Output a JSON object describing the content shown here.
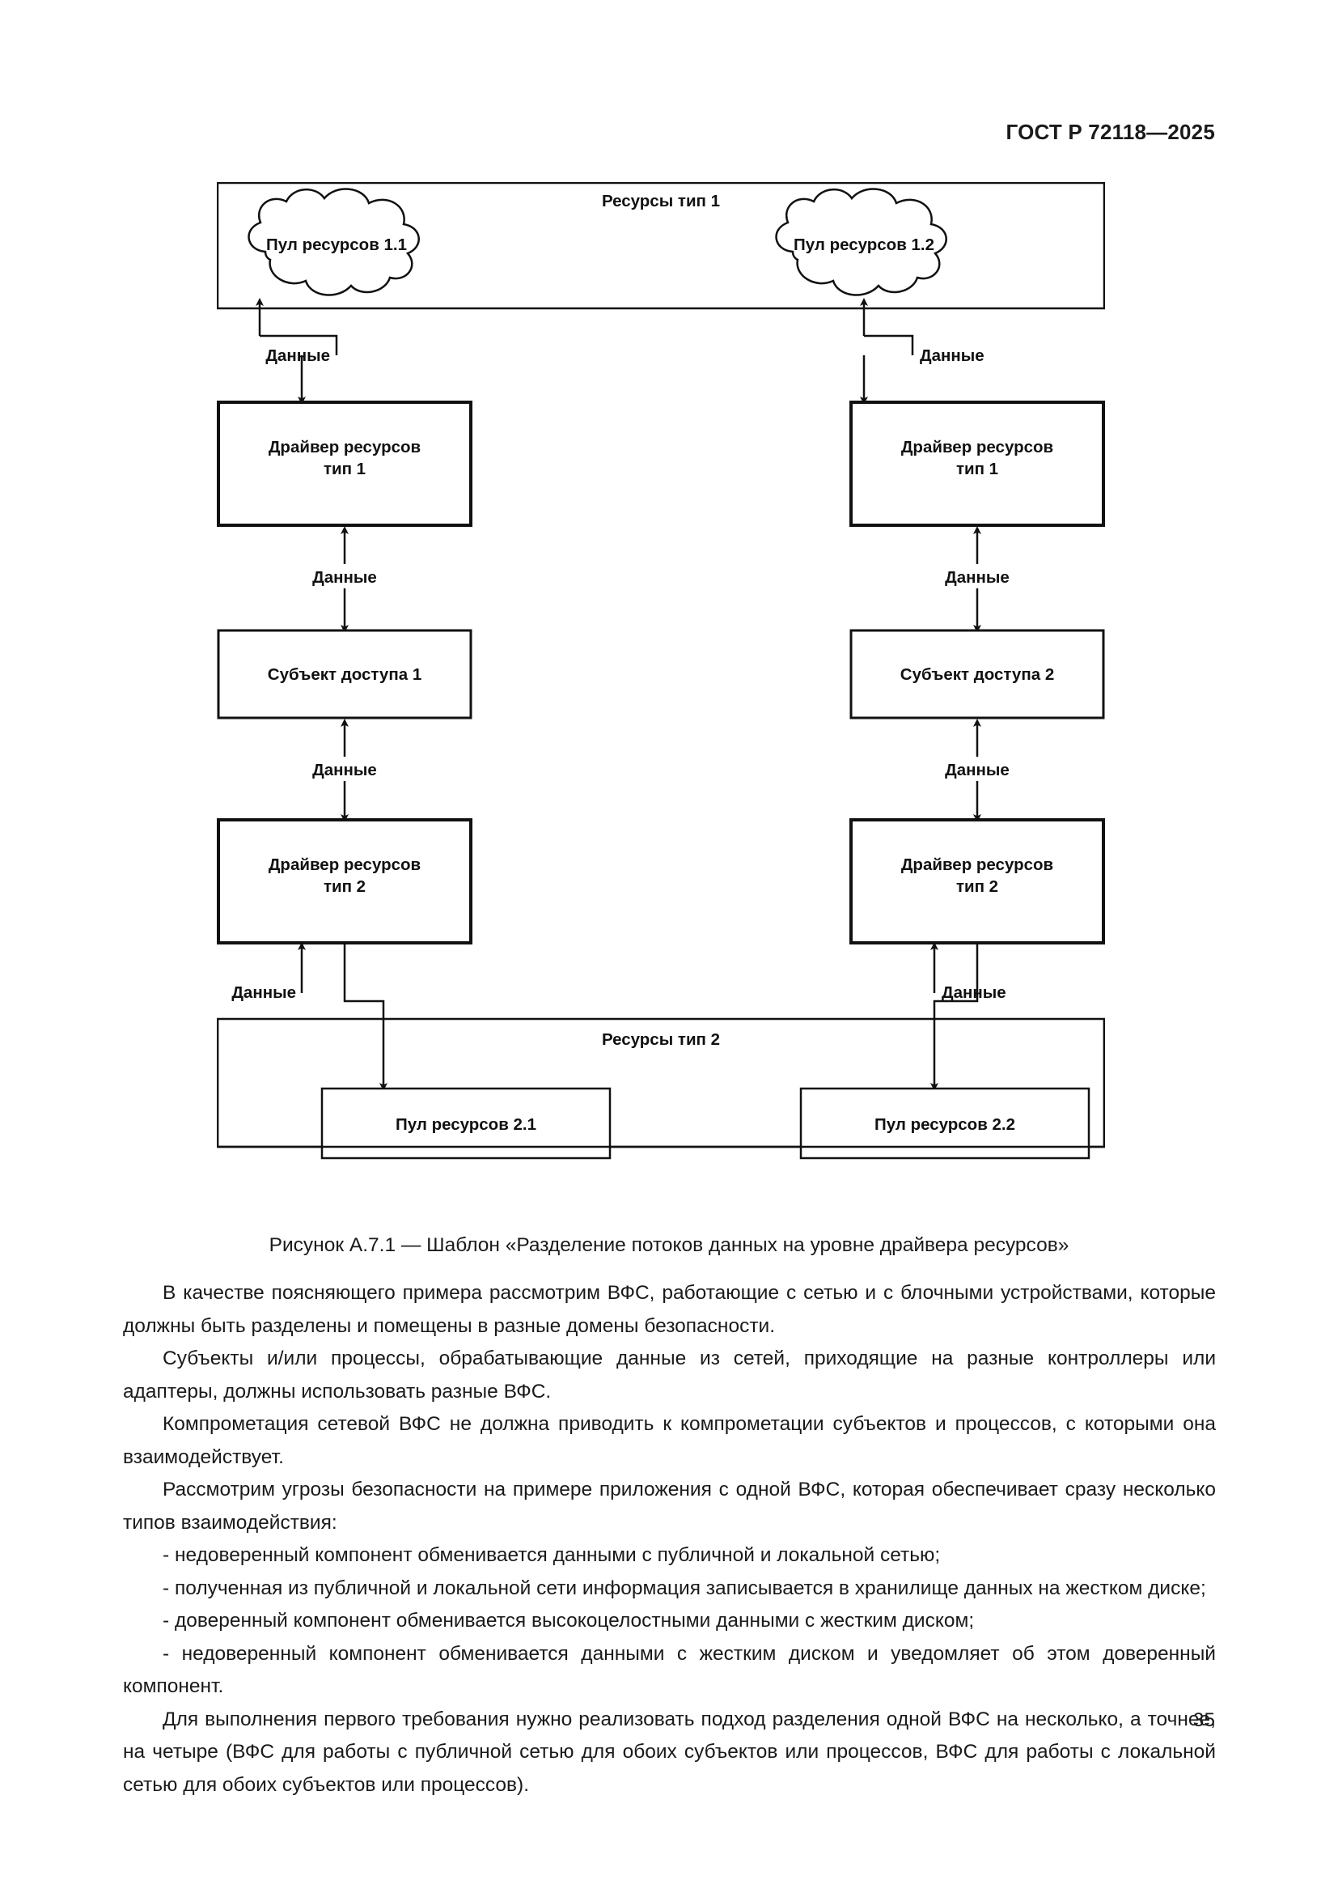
{
  "header": {
    "standard": "ГОСТ Р 72118—2025"
  },
  "figure": {
    "caption": "Рисунок А.7.1 — Шаблон «Разделение потоков данных на уровне драйвера ресурсов»",
    "resources_type1_title": "Ресурсы тип 1",
    "resources_type2_title": "Ресурсы тип 2",
    "pool_1_1": "Пул ресурсов 1.1",
    "pool_1_2": "Пул ресурсов 1.2",
    "pool_2_1": "Пул ресурсов 2.1",
    "pool_2_2": "Пул ресурсов 2.2",
    "driver_left_t1_line1": "Драйвер ресурсов",
    "driver_left_t1_line2": "тип 1",
    "driver_right_t1_line1": "Драйвер ресурсов",
    "driver_right_t1_line2": "тип 1",
    "driver_left_t2_line1": "Драйвер ресурсов",
    "driver_left_t2_line2": "тип 2",
    "driver_right_t2_line1": "Драйвер ресурсов",
    "driver_right_t2_line2": "тип 2",
    "subject_left": "Субъект доступа 1",
    "subject_right": "Субъект доступа 2",
    "edge_labels": {
      "l_cloud_to_driver": "Данные",
      "r_cloud_to_driver": "Данные",
      "l_driver_to_subject": "Данные",
      "r_driver_to_subject": "Данные",
      "l_subject_to_driver2": "Данные",
      "r_subject_to_driver2": "Данные",
      "l_driver2_to_res2": "Данные",
      "r_driver2_to_res2": "Данные"
    }
  },
  "body": {
    "paragraphs": [
      "В качестве поясняющего примера рассмотрим ВФС, работающие с сетью и с блочными устройствами, которые должны быть разделены и помещены в разные домены безопасности.",
      "Субъекты и/или процессы, обрабатывающие данные из сетей, приходящие на разные контроллеры или адаптеры, должны использовать разные ВФС.",
      "Компрометация сетевой ВФС не должна приводить к компрометации субъектов и процессов, с которыми она взаимодействует.",
      "Рассмотрим угрозы безопасности на примере приложения с одной ВФС, которая обеспечивает сразу несколько типов взаимодействия:",
      "- недоверенный компонент обменивается данными с публичной и локальной сетью;",
      "- полученная из публичной и локальной сети информация записывается в хранилище данных на жестком диске;",
      "- доверенный компонент обменивается высокоцелостными данными с жестким диском;",
      "- недоверенный компонент обменивается данными с жестким диском и уведомляет об этом доверенный компонент.",
      "Для выполнения первого требования нужно реализовать подход разделения одной ВФС на несколько, а точнее, на четыре (ВФС для работы с публичной сетью для обоих субъектов или процессов, ВФС для работы с локальной сетью для обоих субъектов или процессов)."
    ]
  },
  "footer": {
    "page_number": "35"
  }
}
